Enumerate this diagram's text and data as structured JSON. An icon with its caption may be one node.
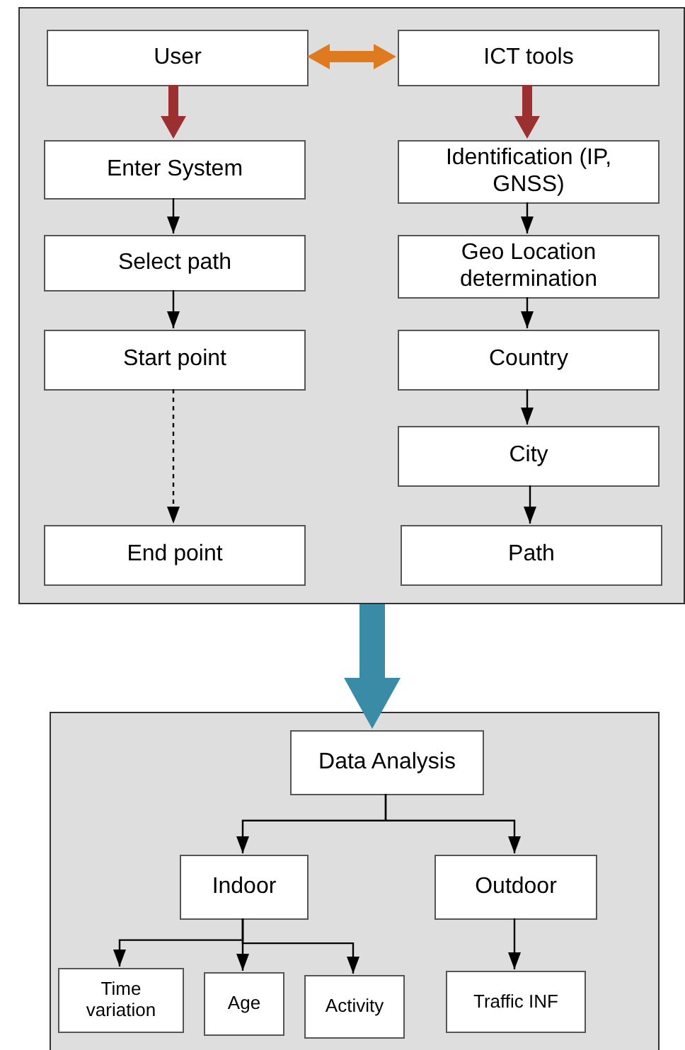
{
  "diagram": {
    "nodes": [
      {
        "text": [],
        "shape": "box"
      },
      {
        "text": [
          "User"
        ],
        "in": 0
      },
      {
        "text": [
          "ICT tools"
        ],
        "in": 0
      },
      {
        "text": [
          "Enter System"
        ],
        "in": 0
      },
      {
        "text": [
          "Identification (IP, GNSS)"
        ],
        "in": 0
      },
      {
        "text": [
          "Select path"
        ],
        "in": 0
      },
      {
        "text": [
          "Geo Location determination"
        ],
        "in": 0
      },
      {
        "text": [
          "Start point"
        ],
        "in": 0
      },
      {
        "text": [
          "Country"
        ],
        "in": 0
      },
      {
        "text": [
          "City"
        ],
        "in": 0
      },
      {
        "text": [
          "End point"
        ],
        "in": 0
      },
      {
        "text": [
          "Path"
        ],
        "in": 0
      },
      {
        "text": [],
        "shape": "box"
      },
      {
        "text": [
          "Data Analysis"
        ],
        "in": 12
      },
      {
        "text": [
          "Indoor"
        ],
        "in": 12
      },
      {
        "text": [
          "Outdoor"
        ],
        "in": 12
      },
      {
        "text": [
          "Time variation"
        ],
        "in": 12
      },
      {
        "text": [
          "Age"
        ],
        "in": 12
      },
      {
        "text": [
          "Activity"
        ],
        "in": 12
      },
      {
        "text": [
          "Traffic INF"
        ],
        "in": 12
      }
    ],
    "edges": [
      {
        "from": 1,
        "to": 2,
        "arrow": "both",
        "style": "thick",
        "color": "#e07a1f"
      },
      {
        "from": 1,
        "to": 3,
        "arrow": "to",
        "style": "thick",
        "color": "#9c2f2f"
      },
      {
        "from": 2,
        "to": 4,
        "arrow": "to",
        "style": "thick",
        "color": "#9c2f2f"
      },
      {
        "from": 3,
        "to": 5,
        "arrow": "to"
      },
      {
        "from": 5,
        "to": 7,
        "arrow": "to"
      },
      {
        "from": 7,
        "to": 10,
        "arrow": "to",
        "style": "dashed"
      },
      {
        "from": 4,
        "to": 6,
        "arrow": "to"
      },
      {
        "from": 6,
        "to": 8,
        "arrow": "to"
      },
      {
        "from": 8,
        "to": 9,
        "arrow": "to"
      },
      {
        "from": 9,
        "to": 11,
        "arrow": "to"
      },
      {
        "from": 0,
        "to": 13,
        "arrow": "to",
        "style": "thick",
        "color": "#3a8ca6"
      },
      {
        "from": 13,
        "to": 14,
        "arrow": "to"
      },
      {
        "from": 13,
        "to": 15,
        "arrow": "to"
      },
      {
        "from": 14,
        "to": 16,
        "arrow": "to"
      },
      {
        "from": 14,
        "to": 17,
        "arrow": "to"
      },
      {
        "from": 14,
        "to": 18,
        "arrow": "to"
      },
      {
        "from": 15,
        "to": 19,
        "arrow": "to"
      }
    ]
  }
}
